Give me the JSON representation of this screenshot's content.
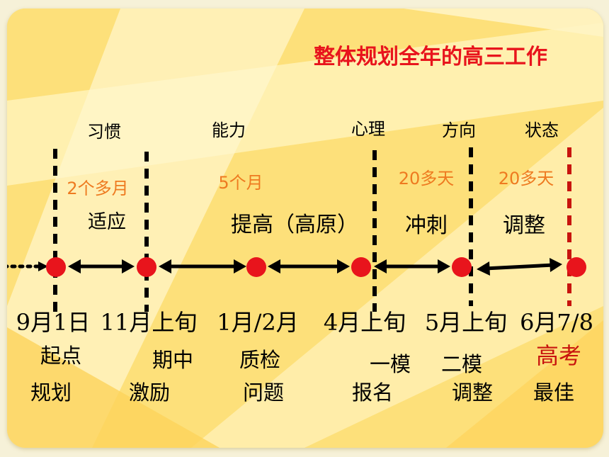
{
  "title": "整体规划全年的高三工作",
  "colors": {
    "title": "#e8141c",
    "duration": "#ee7a20",
    "milestone_dot": "#e8141c",
    "gaokao": "#c8140e",
    "background": "#fde07a"
  },
  "phases": {
    "habit": "习惯",
    "ability": "能力",
    "psychology": "心理",
    "direction": "方向",
    "state": "状态"
  },
  "durations": {
    "d1": "2个多月",
    "d2": "5个月",
    "d3": "20多天",
    "d4": "20多天"
  },
  "stages": {
    "s1": "适应",
    "s2": "提高（高原）",
    "s3": "冲刺",
    "s4": "调整"
  },
  "dates": {
    "d1": "9月1日",
    "d2": "11月上旬",
    "d3": "1月/2月",
    "d4": "4月上旬",
    "d5": "5月上旬",
    "d6": "6月7/8"
  },
  "events": {
    "e1a": "起点",
    "e1b": "规划",
    "e2a": "期中",
    "e2b": "激励",
    "e3a": "质检",
    "e3b": "问题",
    "e4a": "一模",
    "e4b": "报名",
    "e5a": "二模",
    "e5b": "调整",
    "e6a": "高考",
    "e6b": "最佳"
  }
}
